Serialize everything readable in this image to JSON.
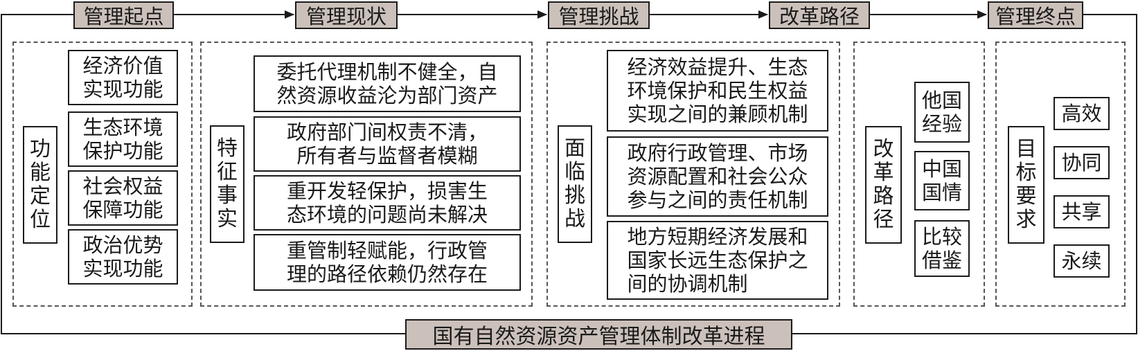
{
  "stages": {
    "start": "管理起点",
    "status": "管理现状",
    "challenge": "管理挑战",
    "path": "改革路径",
    "end": "管理终点"
  },
  "functions": {
    "label": "功能定位",
    "items": [
      "经济价值\n实现功能",
      "生态环境\n保护功能",
      "社会权益\n保障功能",
      "政治优势\n实现功能"
    ]
  },
  "features": {
    "label": "特征事实",
    "items": [
      "委托代理机制不健全，自\n然资源收益沦为部门资产",
      "政府部门间权责不清，\n所有者与监督者模糊",
      "重开发轻保护，损害生\n态环境的问题尚未解决",
      "重管制轻赋能，行政管\n理的路径依赖仍然存在"
    ]
  },
  "challenges": {
    "label": "面临挑战",
    "items": [
      "经济效益提升、生态\n环境保护和民生权益\n实现之间的兼顾机制",
      "政府行政管理、市场\n资源配置和社会公众\n参与之间的责任机制",
      "地方短期经济发展和\n国家长远生态保护之\n间的协调机制"
    ]
  },
  "reform": {
    "label": "改革路径",
    "items": [
      "他国\n经验",
      "中国\n国情",
      "比较\n借鉴"
    ]
  },
  "goals": {
    "label": "目标要求",
    "items": [
      "高效",
      "协同",
      "共享",
      "永续"
    ]
  },
  "footer": "国有自然资源资产管理体制改革进程"
}
